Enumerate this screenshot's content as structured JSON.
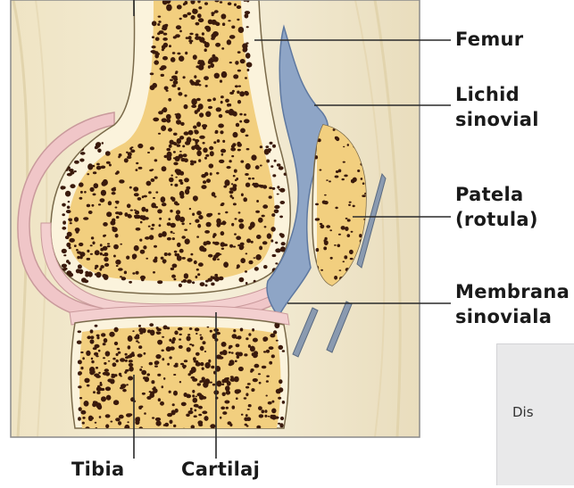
{
  "labels": {
    "femur": "Femur",
    "lichid_line1": "Lichid",
    "lichid_line2": "sinovial",
    "patela_line1": "Patela",
    "patela_line2": "(rotula)",
    "membrana_line1": "Membrana",
    "membrana_line2": "sinoviala",
    "tibia": "Tibia",
    "cartilaj": "Cartilaj"
  },
  "inset": {
    "text": "Dis"
  },
  "colors": {
    "bone_spongy": "#f2cf7f",
    "bone_pores": "#3a1a0c",
    "cartilage": "#f3cfcf",
    "synovial_fluid": "#8ea5c6",
    "soft_tissue": "#ede2c6",
    "frame_border": "#8a8a8a"
  }
}
